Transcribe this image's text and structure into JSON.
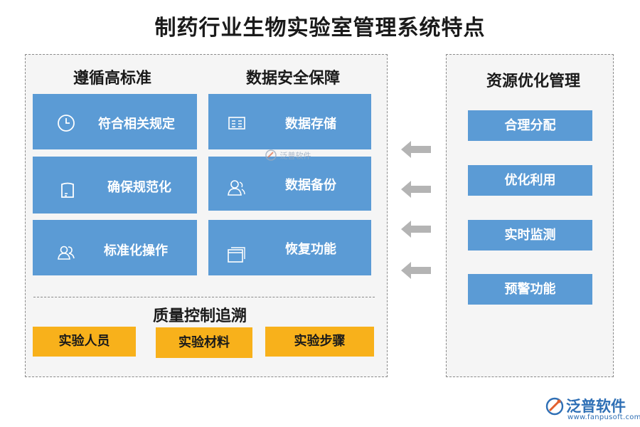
{
  "title": "制药行业生物实验室管理系统特点",
  "left": {
    "heading_1": "遵循高标准",
    "heading_2": "数据安全保障",
    "tiles_col1": [
      {
        "label": "符合相关规定",
        "icon": "clock-icon"
      },
      {
        "label": "确保规范化",
        "icon": "document-icon"
      },
      {
        "label": "标准化操作",
        "icon": "users-icon"
      }
    ],
    "tiles_col2": [
      {
        "label": "数据存储",
        "icon": "list-icon"
      },
      {
        "label": "数据备份",
        "icon": "user-icon"
      },
      {
        "label": "恢复功能",
        "icon": "window-icon"
      }
    ],
    "heading_3": "质量控制追溯",
    "quality_items": [
      "实验人员",
      "实验材料",
      "实验步骤"
    ]
  },
  "right": {
    "heading": "资源优化管理",
    "items": [
      "合理分配",
      "优化利用",
      "实时监测",
      "预警功能"
    ]
  },
  "watermark": {
    "center_text": "泛普软件",
    "logo_name": "泛普软件",
    "logo_url": "www.fanpusoft.com"
  },
  "colors": {
    "tile_blue": "#5b9bd5",
    "button_orange": "#f8b11b",
    "arrow_gray": "#b4b4b4",
    "panel_bg": "#f5f5f5"
  }
}
